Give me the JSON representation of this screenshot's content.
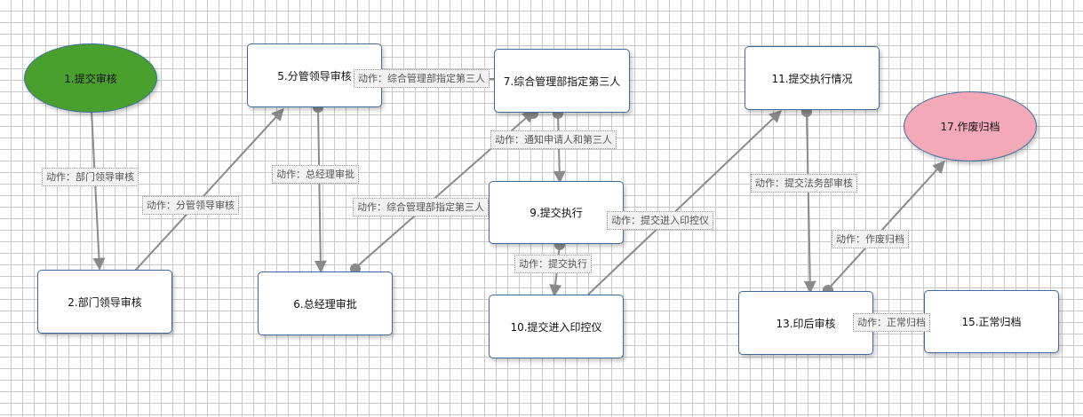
{
  "nodes": [
    {
      "id": "n1",
      "label": "1.提交审核"
    },
    {
      "id": "n2",
      "label": "2.部门领导审核"
    },
    {
      "id": "n5",
      "label": "5.分管领导审核"
    },
    {
      "id": "n6",
      "label": "6.总经理审批"
    },
    {
      "id": "n7",
      "label": "7.综合管理部指定第三人"
    },
    {
      "id": "n9",
      "label": "9.提交执行"
    },
    {
      "id": "n10",
      "label": "10.提交进入印控仪"
    },
    {
      "id": "n11",
      "label": "11.提交执行情况"
    },
    {
      "id": "n13",
      "label": "13.印后审核"
    },
    {
      "id": "n15",
      "label": "15.正常归档"
    },
    {
      "id": "n17",
      "label": "17.作废归档"
    }
  ],
  "edges": [
    {
      "id": "e1",
      "label": "动作：部门领导审核"
    },
    {
      "id": "e2",
      "label": "动作：分管领导审核"
    },
    {
      "id": "e3",
      "label": "动作：总经理审批"
    },
    {
      "id": "e4",
      "label": "动作：综合管理部指定第三人"
    },
    {
      "id": "e5",
      "label": "动作：综合管理部指定第三人"
    },
    {
      "id": "e6",
      "label": "动作：通知申请人和第三人"
    },
    {
      "id": "e7",
      "label": "动作：提交执行"
    },
    {
      "id": "e8",
      "label": "动作：提交进入印控仪"
    },
    {
      "id": "e9",
      "label": "动作：提交法务部审核"
    },
    {
      "id": "e10",
      "label": "动作：作废归档"
    },
    {
      "id": "e11",
      "label": "动作：正常归档"
    }
  ],
  "colors": {
    "grid": "#c9c9c9",
    "edge": "#8a8a8a",
    "node_border": "#3f6b9e",
    "start_fill": "#4aa02c",
    "cancel_fill": "#f4a9b9"
  }
}
